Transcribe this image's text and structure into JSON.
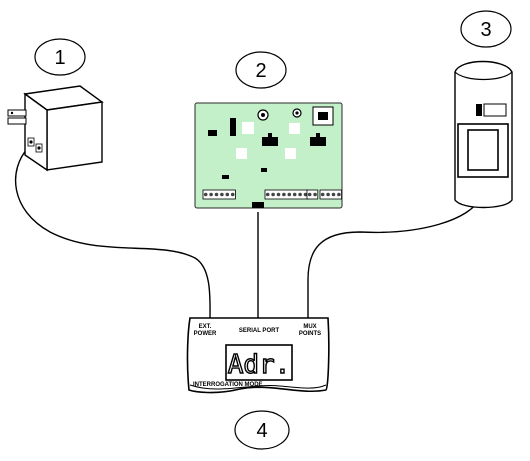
{
  "callouts": {
    "power_supply": "1",
    "interface_module": "2",
    "motion_detector": "3",
    "programmer": "4"
  },
  "programmer": {
    "ext_power_line1": "EXT.",
    "ext_power_line2": "POWER",
    "serial_port": "SERIAL PORT",
    "mux_points_line1": "MUX",
    "mux_points_line2": "POINTS",
    "display": "Adr.",
    "mode": "INTERROGATION MODE"
  },
  "colors": {
    "board": "#c3f0c8",
    "board_stroke": "#2a2a2a",
    "line": "#000000"
  }
}
